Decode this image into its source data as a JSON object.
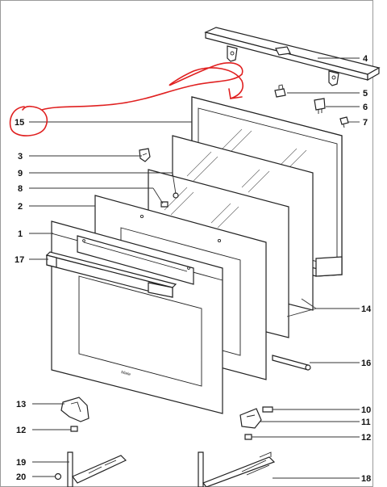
{
  "diagram": {
    "brand_text": "Miele",
    "callouts": [
      {
        "id": "c4",
        "text": "4"
      },
      {
        "id": "c5",
        "text": "5"
      },
      {
        "id": "c6",
        "text": "6"
      },
      {
        "id": "c7",
        "text": "7"
      },
      {
        "id": "c15",
        "text": "15"
      },
      {
        "id": "c3",
        "text": "3"
      },
      {
        "id": "c9",
        "text": "9"
      },
      {
        "id": "c8",
        "text": "8"
      },
      {
        "id": "c2",
        "text": "2"
      },
      {
        "id": "c1",
        "text": "1"
      },
      {
        "id": "c17",
        "text": "17"
      },
      {
        "id": "c14",
        "text": "14"
      },
      {
        "id": "c16",
        "text": "16"
      },
      {
        "id": "c13",
        "text": "13"
      },
      {
        "id": "c10",
        "text": "10"
      },
      {
        "id": "c11",
        "text": "11"
      },
      {
        "id": "c12a",
        "text": "12"
      },
      {
        "id": "c12b",
        "text": "12"
      },
      {
        "id": "c19",
        "text": "19"
      },
      {
        "id": "c20",
        "text": "20"
      },
      {
        "id": "c18",
        "text": "18"
      }
    ],
    "annotation_color": "#e02020",
    "line_color": "#222222"
  }
}
